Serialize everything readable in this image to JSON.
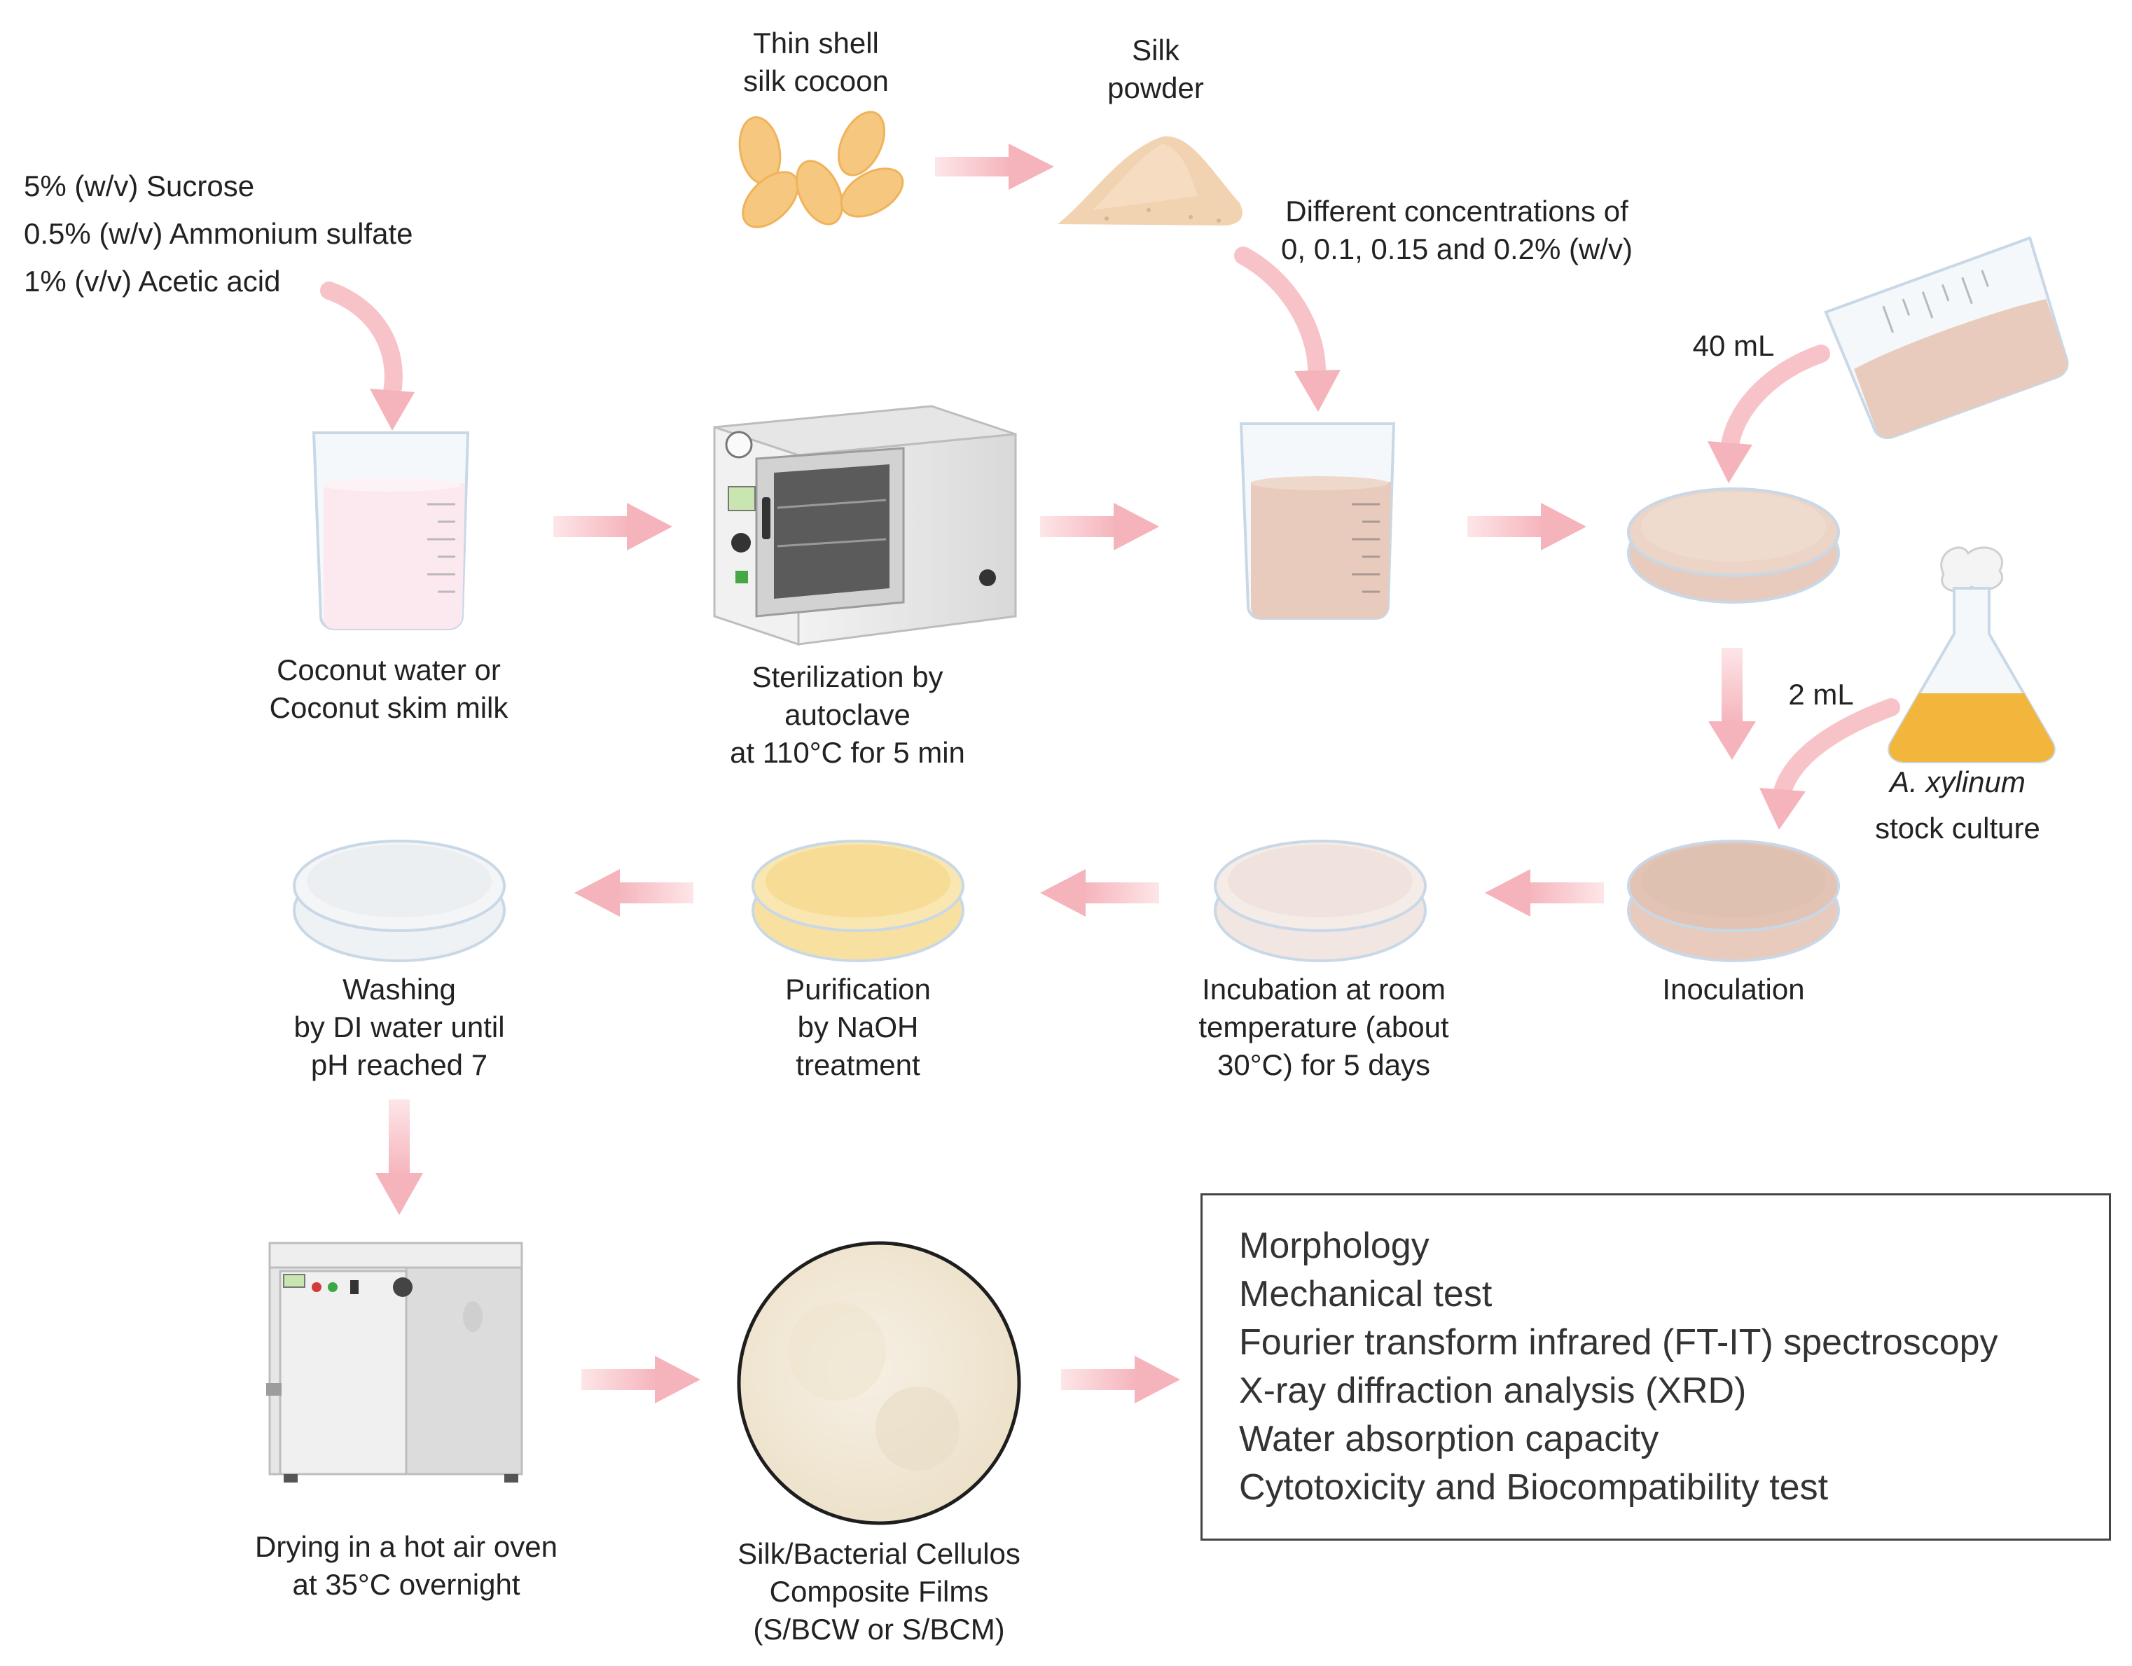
{
  "media_text": [
    "5% (w/v) Sucrose",
    "0.5% (w/v) Ammonium sulfate",
    "1% (v/v) Acetic acid"
  ],
  "cocoon_label": [
    "Thin shell",
    "silk cocoon"
  ],
  "silk_powder_label": [
    "Silk",
    "powder"
  ],
  "concentrations_label": [
    "Different concentrations of",
    "0, 0.1, 0.15 and 0.2% (w/v)"
  ],
  "volume_40": "40 mL",
  "volume_2": "2 mL",
  "coconut_label": [
    "Coconut water or",
    "Coconut skim milk"
  ],
  "sterilization_label": [
    "Sterilization by",
    "autoclave",
    "at 110°C for 5 min"
  ],
  "culture_label": [
    "A. xylinum",
    "stock culture"
  ],
  "inoculation_label": "Inoculation",
  "incubation_label": [
    "Incubation at room",
    "temperature (about",
    "30°C) for 5 days"
  ],
  "purification_label": [
    "Purification",
    "by NaOH",
    "treatment"
  ],
  "washing_label": [
    "Washing",
    "by DI water until",
    "pH reached 7"
  ],
  "drying_label": [
    "Drying in a hot air oven",
    "at 35°C overnight"
  ],
  "film_label": [
    "Silk/Bacterial Cellulos",
    "Composite Films",
    "(S/BCW or S/BCM)"
  ],
  "results": [
    "Morphology",
    "Mechanical test",
    "Fourier transform infrared (FT-IT) spectroscopy",
    "X-ray diffraction analysis (XRD)",
    "Water absorption capacity",
    "Cytotoxicity and Biocompatibility test"
  ],
  "colors": {
    "arrow": "#f5b8bf",
    "medium": "#e8cbbd",
    "coconut_liquid": "#fbe9ef",
    "culture_liquid": "#f2b63c",
    "cocoon": "#f6c77f",
    "powder": "#f1d2b1",
    "purified_film": "#f8e1a0",
    "film": "#f2eadb"
  }
}
